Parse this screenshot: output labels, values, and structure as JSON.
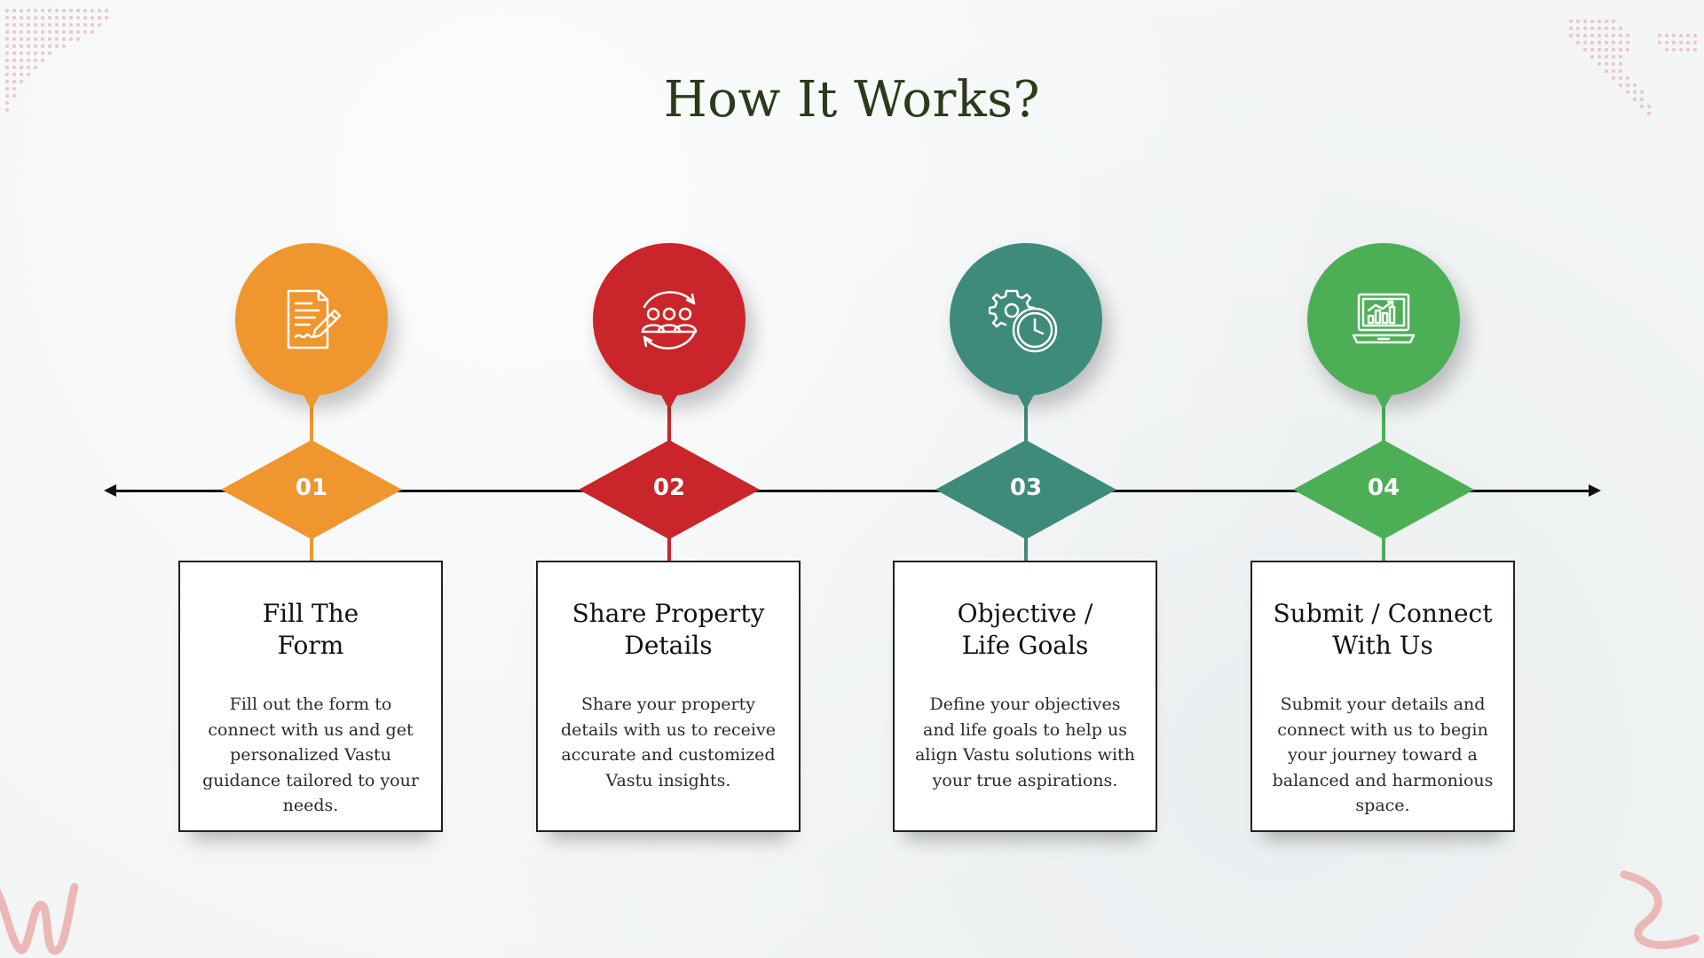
{
  "title": "How It Works?",
  "colors": {
    "title": "#2c3a1c",
    "line": "#111111",
    "step1": "#f0962e",
    "step2": "#c9252a",
    "step3": "#3e8b7b",
    "step4": "#4caf55"
  },
  "steps": [
    {
      "number": "01",
      "icon": "form-document-pen-icon",
      "title": "Fill The\nForm",
      "description": "Fill out the form to connect with us and get personalized Vastu guidance tailored to your needs."
    },
    {
      "number": "02",
      "icon": "people-cycle-icon",
      "title": "Share Property\nDetails",
      "description": "Share your property details with us to receive accurate and customized Vastu insights."
    },
    {
      "number": "03",
      "icon": "gear-clock-icon",
      "title": "Objective /\nLife Goals",
      "description": "Define your objectives and life goals to help us align Vastu solutions with your true aspirations."
    },
    {
      "number": "04",
      "icon": "laptop-chart-icon",
      "title": "Submit / Connect\nWith Us",
      "description": "Submit your details and connect with us to begin your journey toward a balanced and harmonious space."
    }
  ]
}
